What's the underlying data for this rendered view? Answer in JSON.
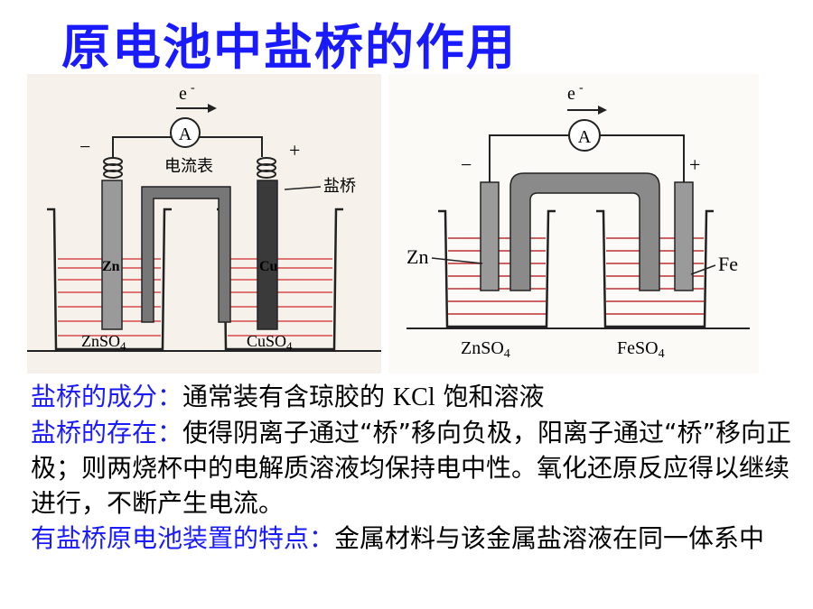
{
  "title": "原电池中盐桥的作用",
  "figure_left": {
    "electron_label": "e",
    "electron_sup": "-",
    "meter_symbol": "A",
    "meter_label": "电流表",
    "salt_bridge_label": "盐桥",
    "neg_sign": "−",
    "pos_sign": "+",
    "left_electrode": "Zn",
    "right_electrode": "Cu",
    "left_solution": "ZnSO",
    "left_solution_sub": "4",
    "right_solution": "CuSO",
    "right_solution_sub": "4"
  },
  "figure_right": {
    "electron_label": "e",
    "electron_sup": "-",
    "meter_symbol": "A",
    "neg_sign": "−",
    "pos_sign": "+",
    "left_electrode": "Zn",
    "right_electrode": "Fe",
    "left_solution": "ZnSO",
    "left_solution_sub": "4",
    "right_solution": "FeSO",
    "right_solution_sub": "4"
  },
  "text": {
    "p1_label": "盐桥的成分：",
    "p1_body_a": "通常装有含琼胶的 ",
    "p1_kcl": "KCl",
    "p1_body_b": " 饱和溶液",
    "p2_label": "盐桥的存在：",
    "p2_body": "使得阴离子通过“桥”移向负极，阳离子通过“桥”移向正极；则两烧杯中的电解质溶液均保持电中性。氧化还原反应得以继续进行，不断产生电流。",
    "p3_label": "有盐桥原电池装置的特点：",
    "p3_body": "金属材料与该金属盐溶液在同一体系中"
  },
  "colors": {
    "title": "#1a1aff",
    "highlight": "#1a1aff",
    "body": "#000000",
    "liquid_line_left": "#d84a4a",
    "liquid_line_right": "#c03030"
  }
}
